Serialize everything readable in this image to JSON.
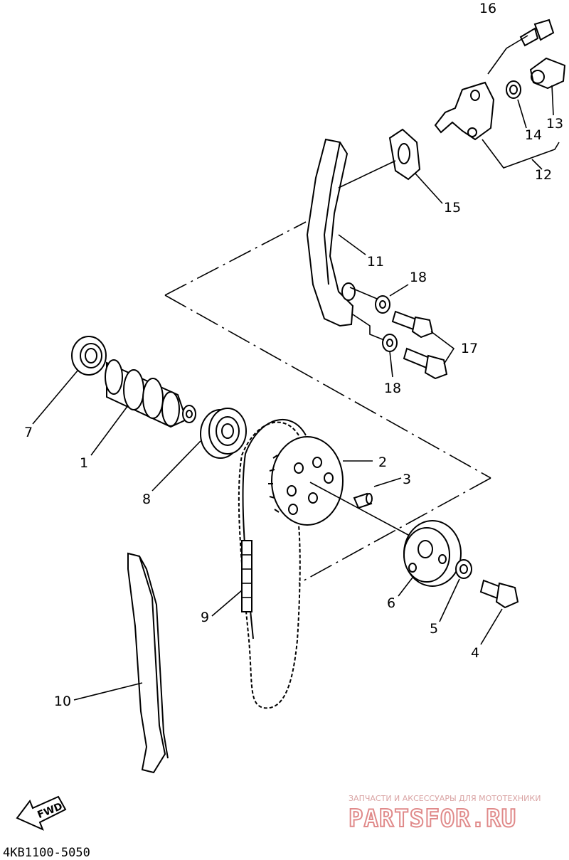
{
  "callouts": [
    "1",
    "2",
    "3",
    "4",
    "5",
    "6",
    "7",
    "8",
    "9",
    "10",
    "11",
    "12",
    "13",
    "14",
    "15",
    "16",
    "17",
    "18",
    "18"
  ],
  "diagram_code": "4KB1100-5050",
  "fwd_label": "FWD",
  "watermark": {
    "tagline": "ЗАПЧАСТИ И АКСЕССУАРЫ ДЛЯ МОТОТЕХНИКИ",
    "brand": "PARTSFOR.RU"
  }
}
